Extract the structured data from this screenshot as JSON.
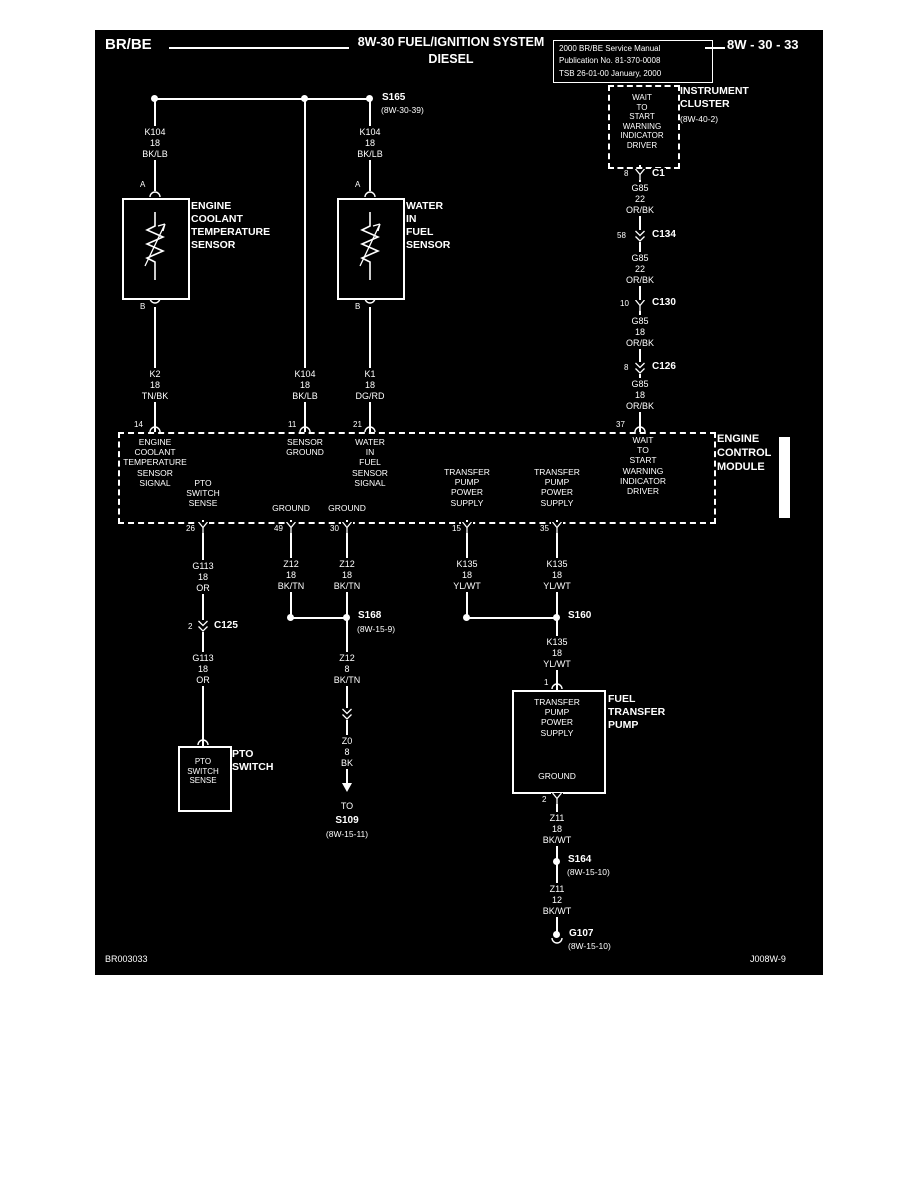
{
  "colors": {
    "background": "#000000",
    "ink": "#ffffff"
  },
  "header": {
    "model": "BR/BE",
    "title_line1": "8W-30 FUEL/IGNITION SYSTEM",
    "title_line2": "DIESEL",
    "manual_line1": "2000 BR/BE Service Manual",
    "manual_line2": "Publication No. 81-370-0008",
    "manual_line3": "TSB 26-01-00    January, 2000",
    "page_number": "8W - 30 - 33"
  },
  "footer": {
    "left_code": "BR003033",
    "right_code": "J008W-9"
  },
  "shared": {
    "ground": "GROUND",
    "transfer_supply": "TRANSFER\nPUMP\nPOWER\nSUPPLY",
    "wait_driver": "WAIT\nTO\nSTART\nWARNING\nINDICATOR\nDRIVER",
    "pto_sense": "PTO\nSWITCH\nSENSE",
    "ect_signal": "ENGINE\nCOOLANT\nTEMPERATURE\nSENSOR\nSIGNAL",
    "wif_signal": "WATER\nIN\nFUEL\nSENSOR\nSIGNAL",
    "sensor_ground": "SENSOR\nGROUND"
  },
  "wires": {
    "k104": "K104\n18\nBK/LB",
    "k2": "K2\n18\nTN/BK",
    "k1": "K1\n18\nDG/RD",
    "g85_22": "G85\n22\nOR/BK",
    "g85_18": "G85\n18\nOR/BK",
    "g113": "G113\n18\nOR",
    "z12_18": "Z12\n18\nBK/TN",
    "z12_8": "Z12\n8\nBK/TN",
    "z0": "Z0\n8\nBK",
    "k135": "K135\n18\nYL/WT",
    "z11_18": "Z11\n18\nBK/WT",
    "z11_12": "Z11\n12\nBK/WT"
  },
  "components": {
    "ect_sensor": "ENGINE\nCOOLANT\nTEMPERATURE\nSENSOR",
    "wif_sensor": "WATER\nIN\nFUEL\nSENSOR",
    "instrument_cluster": "INSTRUMENT\nCLUSTER",
    "instrument_cluster_ref": "(8W-40-2)",
    "ecm": "ENGINE\nCONTROL\nMODULE",
    "pto_switch": "PTO\nSWITCH",
    "fuel_pump": "FUEL\nTRANSFER\nPUMP"
  },
  "splices": {
    "s165": "S165",
    "s165_ref": "(8W-30-39)",
    "s168": "S168",
    "s168_ref": "(8W-15-9)",
    "s160": "S160",
    "s164": "S164",
    "s164_ref": "(8W-15-10)",
    "g107": "G107",
    "g107_ref": "(8W-15-10)",
    "to": "TO",
    "s109": "S109",
    "s109_ref": "(8W-15-11)"
  },
  "connectors": {
    "c1": "C1",
    "c134": "C134",
    "c130": "C130",
    "c126": "C126",
    "c125": "C125"
  },
  "pins": {
    "a": "A",
    "b": "B",
    "ecm_14": "14",
    "ecm_11": "11",
    "ecm_21": "21",
    "ecm_37": "37",
    "ecm_26": "26",
    "ecm_49": "49",
    "ecm_30": "30",
    "ecm_15": "15",
    "ecm_35": "35",
    "cluster_8": "8",
    "c134_58": "58",
    "c130_10": "10",
    "c126_8": "8",
    "c125_2": "2",
    "pump_1": "1",
    "pump_2": "2"
  }
}
